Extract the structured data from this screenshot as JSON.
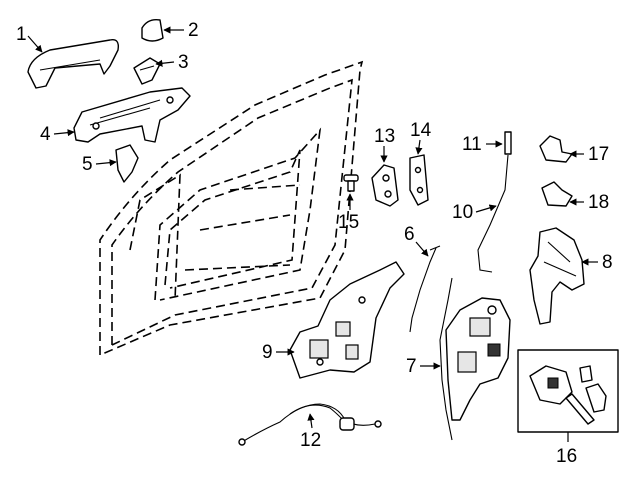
{
  "callouts": {
    "c1": "1",
    "c2": "2",
    "c3": "3",
    "c4": "4",
    "c5": "5",
    "c6": "6",
    "c7": "7",
    "c8": "8",
    "c9": "9",
    "c10": "10",
    "c11": "11",
    "c12": "12",
    "c13": "13",
    "c14": "14",
    "c15": "15",
    "c16": "16",
    "c17": "17",
    "c18": "18"
  },
  "icons": [
    "door-frame-icon",
    "door-handle-icon",
    "latch-icon",
    "cable-icon",
    "rod-icon"
  ],
  "colors": {
    "line": "#000000",
    "background": "#ffffff",
    "shade": "#e6e6e6"
  }
}
